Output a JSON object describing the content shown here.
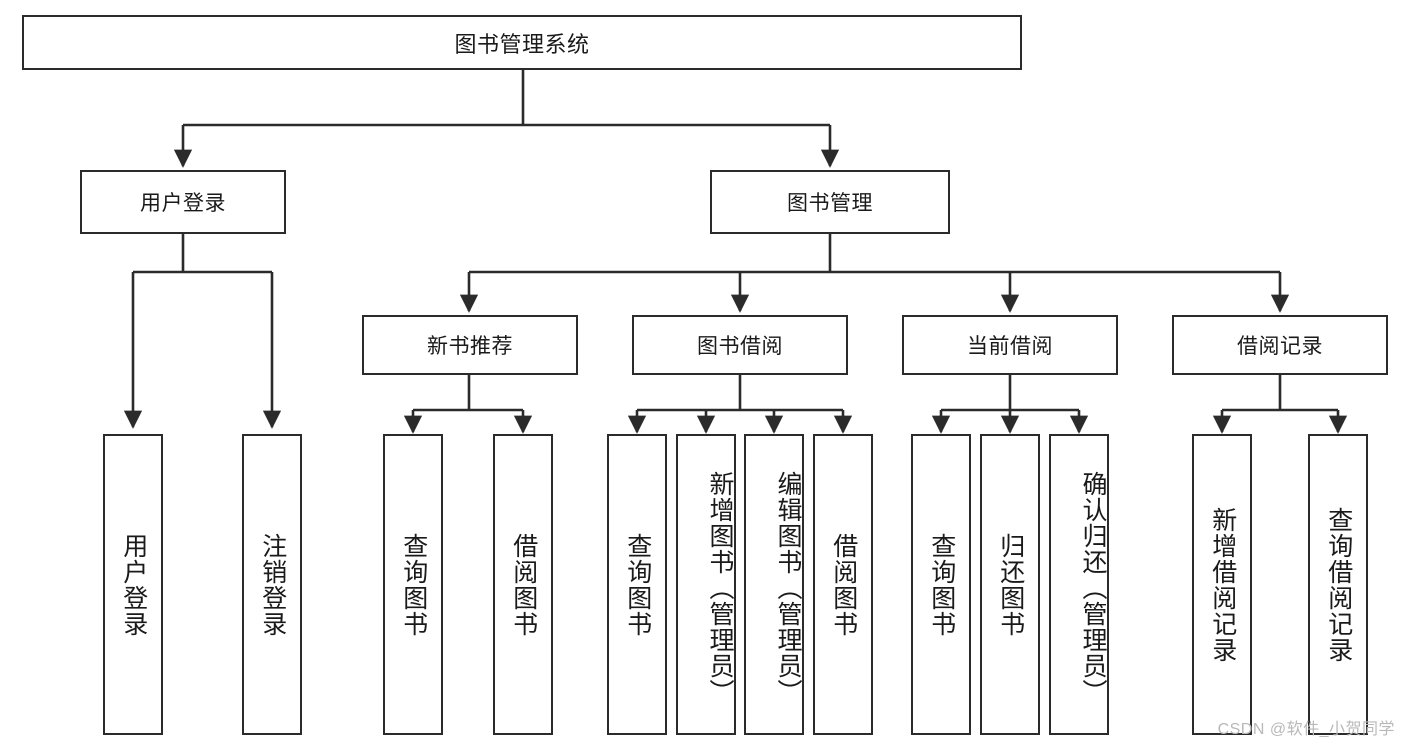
{
  "diagram": {
    "type": "hierarchy-tree",
    "title": "图书管理系统",
    "orientation": "top-down",
    "colors": {
      "box_border": "#2b2b2b",
      "box_fill": "#ffffff",
      "link": "#2b2b2b",
      "text": "#1a1a1a",
      "watermark": "#b9b9b9"
    },
    "root": {
      "label": "图书管理系统",
      "level": 1
    },
    "level2": [
      {
        "label": "用户登录"
      },
      {
        "label": "图书管理"
      }
    ],
    "level3": [
      {
        "label": "新书推荐"
      },
      {
        "label": "图书借阅"
      },
      {
        "label": "当前借阅"
      },
      {
        "label": "借阅记录"
      }
    ],
    "leaves": {
      "user_login": [
        {
          "label": "用户登录"
        },
        {
          "label": "注销登录"
        }
      ],
      "new_book_recommend": [
        {
          "label": "查询图书"
        },
        {
          "label": "借阅图书"
        }
      ],
      "book_borrow": [
        {
          "label": "查询图书"
        },
        {
          "label": "新增图书（管理员）"
        },
        {
          "label": "编辑图书（管理员）"
        },
        {
          "label": "借阅图书"
        }
      ],
      "current_borrow": [
        {
          "label": "查询图书"
        },
        {
          "label": "归还图书"
        },
        {
          "label": "确认归还（管理员）"
        }
      ],
      "borrow_record": [
        {
          "label": "新增借阅记录"
        },
        {
          "label": "查询借阅记录"
        }
      ]
    }
  },
  "watermark": {
    "text": "CSDN @软件_小贺同学"
  }
}
